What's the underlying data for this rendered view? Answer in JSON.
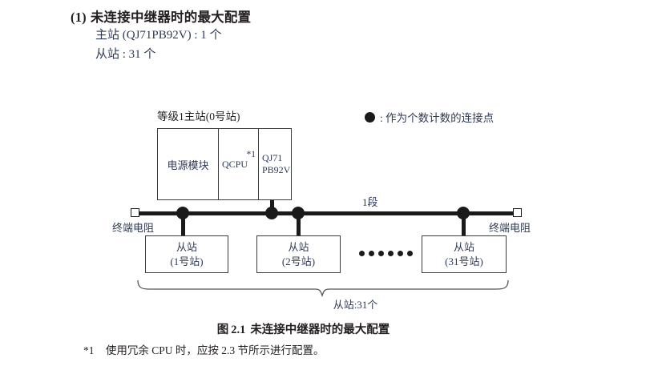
{
  "header": {
    "number": "(1)",
    "title": "未连接中继器时的最大配置",
    "spec_lines": [
      "主站 (QJ71PB92V) : 1 个",
      "从站 : 31 个"
    ]
  },
  "legend": {
    "symbol": "filled-circle",
    "text": ": 作为个数计数的连接点"
  },
  "diagram": {
    "rack": {
      "label": "等级1主站(0号站)",
      "cells": [
        {
          "name": "power-supply",
          "label": "电源模块"
        },
        {
          "name": "qcpu",
          "label": "QCPU",
          "note": "*1"
        },
        {
          "name": "master-module",
          "line1": "QJ71",
          "line2": "PB92V"
        }
      ]
    },
    "bus": {
      "segment_label": "1段",
      "terminator_left_label": "终端电阻",
      "terminator_right_label": "终端电阻",
      "connection_points": 4
    },
    "slaves": [
      {
        "title": "从站",
        "station": "(1号站)"
      },
      {
        "title": "从站",
        "station": "(2号站)"
      },
      {
        "title": "从站",
        "station": "(31号站)"
      }
    ],
    "ellipsis_dots": 6,
    "brace_label": "从站:31个"
  },
  "caption": {
    "prefix": "图",
    "number": "2.1",
    "text": "未连接中继器时的最大配置"
  },
  "footnote": {
    "marker": "*1",
    "text": "使用冗余 CPU 时，应按 2.3 节所示进行配置。"
  }
}
